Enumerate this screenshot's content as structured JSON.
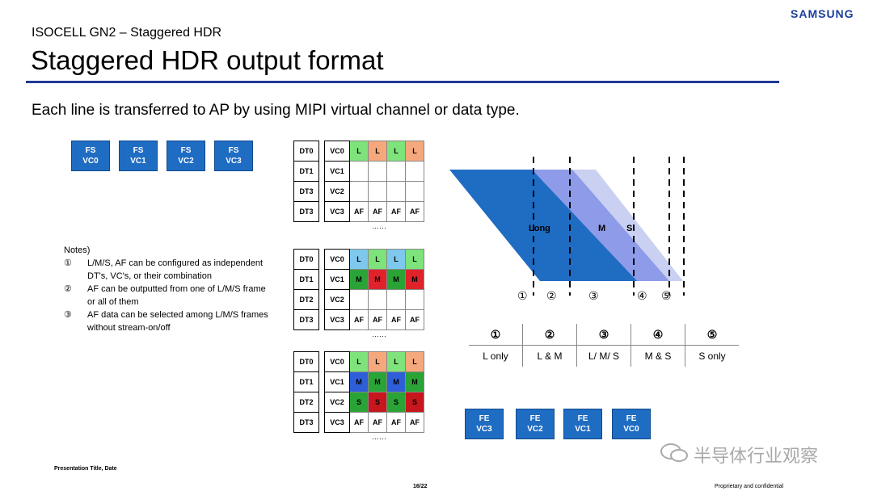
{
  "header": {
    "brand": "SAMSUNG",
    "subtitle": "ISOCELL GN2 – Staggered HDR",
    "title": "Staggered HDR output format"
  },
  "intro": "Each line is transferred to AP by using MIPI virtual channel or data type.",
  "frame_start": [
    {
      "top": "FS",
      "bottom": "VC0"
    },
    {
      "top": "FS",
      "bottom": "VC1"
    },
    {
      "top": "FS",
      "bottom": "VC2"
    },
    {
      "top": "FS",
      "bottom": "VC3"
    }
  ],
  "frame_end": [
    {
      "top": "FE",
      "bottom": "VC3"
    },
    {
      "top": "FE",
      "bottom": "VC2"
    },
    {
      "top": "FE",
      "bottom": "VC1"
    },
    {
      "top": "FE",
      "bottom": "VC0"
    }
  ],
  "notes": {
    "heading": "Notes)",
    "items": [
      {
        "num": "①",
        "text": "L/M/S, AF can be configured as independent DT's, VC's, or their combination"
      },
      {
        "num": "②",
        "text": "AF can be outputted from one of L/M/S frame or all of them"
      },
      {
        "num": "③",
        "text": "AF data can be selected among L/M/S frames without stream-on/off"
      }
    ]
  },
  "tables": [
    {
      "rows": [
        {
          "dt": "DT0",
          "vc": "VC0",
          "cells": [
            "L",
            "L",
            "L",
            "L"
          ],
          "colors": [
            "green",
            "orange",
            "green",
            "orange"
          ]
        },
        {
          "dt": "DT1",
          "vc": "VC1",
          "cells": [
            "",
            "",
            "",
            ""
          ],
          "colors": [
            "",
            "",
            "",
            ""
          ]
        },
        {
          "dt": "DT3",
          "vc": "VC2",
          "cells": [
            "",
            "",
            "",
            ""
          ],
          "colors": [
            "",
            "",
            "",
            ""
          ]
        },
        {
          "dt": "DT3",
          "vc": "VC3",
          "cells": [
            "AF",
            "AF",
            "AF",
            "AF"
          ],
          "colors": [
            "",
            "",
            "",
            ""
          ]
        }
      ],
      "ellipsis": "……"
    },
    {
      "rows": [
        {
          "dt": "DT0",
          "vc": "VC0",
          "cells": [
            "L",
            "L",
            "L",
            "L"
          ],
          "colors": [
            "blue",
            "green",
            "blue",
            "green"
          ]
        },
        {
          "dt": "DT1",
          "vc": "VC1",
          "cells": [
            "M",
            "M",
            "M",
            "M"
          ],
          "colors": [
            "dgreen",
            "red",
            "dgreen",
            "red"
          ]
        },
        {
          "dt": "DT2",
          "vc": "VC2",
          "cells": [
            "",
            "",
            "",
            ""
          ],
          "colors": [
            "",
            "",
            "",
            ""
          ]
        },
        {
          "dt": "DT3",
          "vc": "VC3",
          "cells": [
            "AF",
            "AF",
            "AF",
            "AF"
          ],
          "colors": [
            "",
            "",
            "",
            ""
          ]
        }
      ],
      "ellipsis": "……"
    },
    {
      "rows": [
        {
          "dt": "DT0",
          "vc": "VC0",
          "cells": [
            "L",
            "L",
            "L",
            "L"
          ],
          "colors": [
            "green",
            "orange",
            "green",
            "orange"
          ]
        },
        {
          "dt": "DT1",
          "vc": "VC1",
          "cells": [
            "M",
            "M",
            "M",
            "M"
          ],
          "colors": [
            "mblue",
            "dgreen",
            "mblue",
            "dgreen"
          ]
        },
        {
          "dt": "DT2",
          "vc": "VC2",
          "cells": [
            "S",
            "S",
            "S",
            "S"
          ],
          "colors": [
            "dgreen",
            "dred",
            "dgreen",
            "dred"
          ]
        },
        {
          "dt": "DT3",
          "vc": "VC3",
          "cells": [
            "AF",
            "AF",
            "AF",
            "AF"
          ],
          "colors": [
            "",
            "",
            "",
            ""
          ]
        }
      ],
      "ellipsis": "……"
    }
  ],
  "diagram": {
    "labels": {
      "long": "Long",
      "medium": "M",
      "short": "S"
    },
    "markers": [
      "①",
      "②",
      "③",
      "④",
      "⑤"
    ],
    "colors": {
      "long": "#1f6cc3",
      "medium": "#8e9be8",
      "short": "#c9d0f2"
    }
  },
  "regions": {
    "headers": [
      "①",
      "②",
      "③",
      "④",
      "⑤"
    ],
    "values": [
      "L only",
      "L & M",
      "L/ M/ S",
      "M & S",
      "S only"
    ]
  },
  "footer": {
    "left": "Presentation Title, Date",
    "page": "16/22",
    "right": "Proprietary and confidential"
  },
  "watermark": "半导体行业观察"
}
